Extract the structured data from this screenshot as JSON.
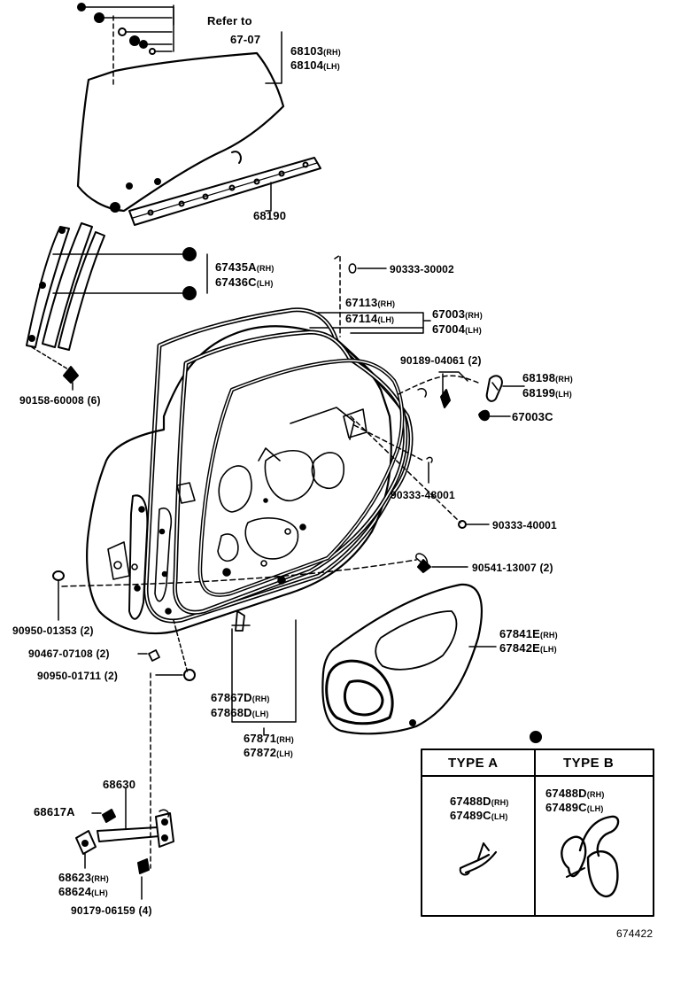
{
  "diagram": {
    "labels": {
      "refer_to": "Refer to",
      "refer_to_num": "67-07",
      "p68103": "68103",
      "p68103_s": "(RH)",
      "p68104": "68104",
      "p68104_s": "(LH)",
      "p68190": "68190",
      "p67435": "67435A",
      "p67435_s": "(RH)",
      "p67436": "67436C",
      "p67436_s": "(LH)",
      "p90333_30002": "90333-30002",
      "p67113": "67113",
      "p67113_s": "(RH)",
      "p67114": "67114",
      "p67114_s": "(LH)",
      "p67003": "67003",
      "p67003_s": "(RH)",
      "p67004": "67004",
      "p67004_s": "(LH)",
      "p90158": "90158-60008 (6)",
      "p90189": "90189-04061 (2)",
      "p68198": "68198",
      "p68198_s": "(RH)",
      "p68199": "68199",
      "p68199_s": "(LH)",
      "p67003c": "67003C",
      "p90333_48001": "90333-48001",
      "p90333_40001": "90333-40001",
      "p90541": "90541-13007 (2)",
      "p90950_01353": "90950-01353 (2)",
      "p67841": "67841E",
      "p67841_s": "(RH)",
      "p67842": "67842E",
      "p67842_s": "(LH)",
      "p90467": "90467-07108 (2)",
      "p90950_01711": "90950-01711 (2)",
      "p67867": "67867D",
      "p67867_s": "(RH)",
      "p67868": "67868D",
      "p67868_s": "(LH)",
      "p67871": "67871",
      "p67871_s": "(RH)",
      "p67872": "67872",
      "p67872_s": "(LH)",
      "p68630": "68630",
      "p68617": "68617A",
      "p68623": "68623",
      "p68623_s": "(RH)",
      "p68624": "68624",
      "p68624_s": "(LH)",
      "p90179": "90179-06159 (4)",
      "type_a": "TYPE  A",
      "type_b": "TYPE  B",
      "a_67488": "67488D",
      "a_67488_s": "(RH)",
      "a_67489": "67489C",
      "a_67489_s": "(LH)",
      "b_67488": "67488D",
      "b_67488_s": "(RH)",
      "b_67489": "67489C",
      "b_67489_s": "(LH)",
      "ref_code": "674422"
    }
  }
}
